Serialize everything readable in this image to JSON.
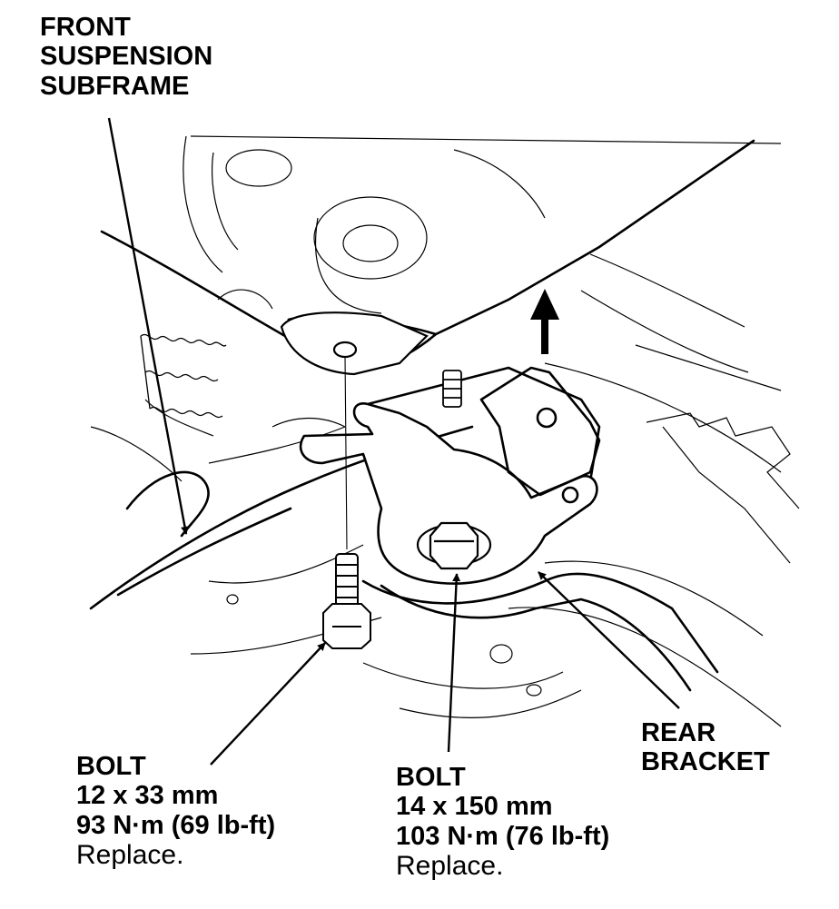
{
  "labels": {
    "subframe": {
      "line1": "FRONT",
      "line2": "SUSPENSION",
      "line3": "SUBFRAME"
    },
    "rear_bracket": {
      "line1": "REAR",
      "line2": "BRACKET"
    },
    "bolt_small": {
      "title": "BOLT",
      "size": "12 x 33 mm",
      "torque": "93 N·m (69 lb-ft)",
      "note": "Replace."
    },
    "bolt_large": {
      "title": "BOLT",
      "size": "14 x 150 mm",
      "torque": "103 N·m (76 lb-ft)",
      "note": "Replace."
    }
  },
  "icons": [
    "up-arrow-icon",
    "leader-arrow-icon"
  ],
  "colors": {
    "line": "#000000",
    "background": "#ffffff"
  }
}
